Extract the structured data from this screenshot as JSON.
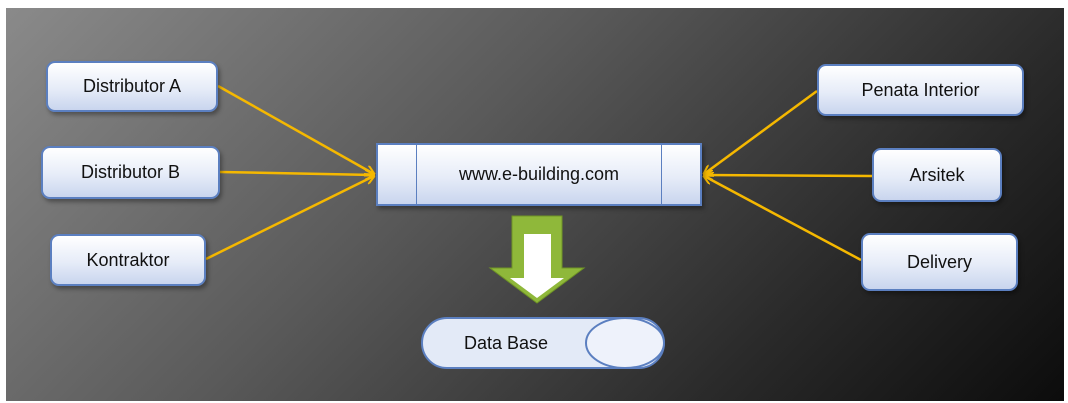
{
  "nodes": {
    "distributor_a": "Distributor A",
    "distributor_b": "Distributor B",
    "kontraktor": "Kontraktor",
    "penata_interior": "Penata Interior",
    "arsitek": "Arsitek",
    "delivery": "Delivery"
  },
  "center": {
    "label": "www.e-building.com"
  },
  "database": {
    "label": "Data Base"
  },
  "colors": {
    "connector": "#f5b800",
    "node_border": "#5b7fc0",
    "down_arrow_outer": "#8fb83a",
    "down_arrow_inner": "#ffffff"
  }
}
